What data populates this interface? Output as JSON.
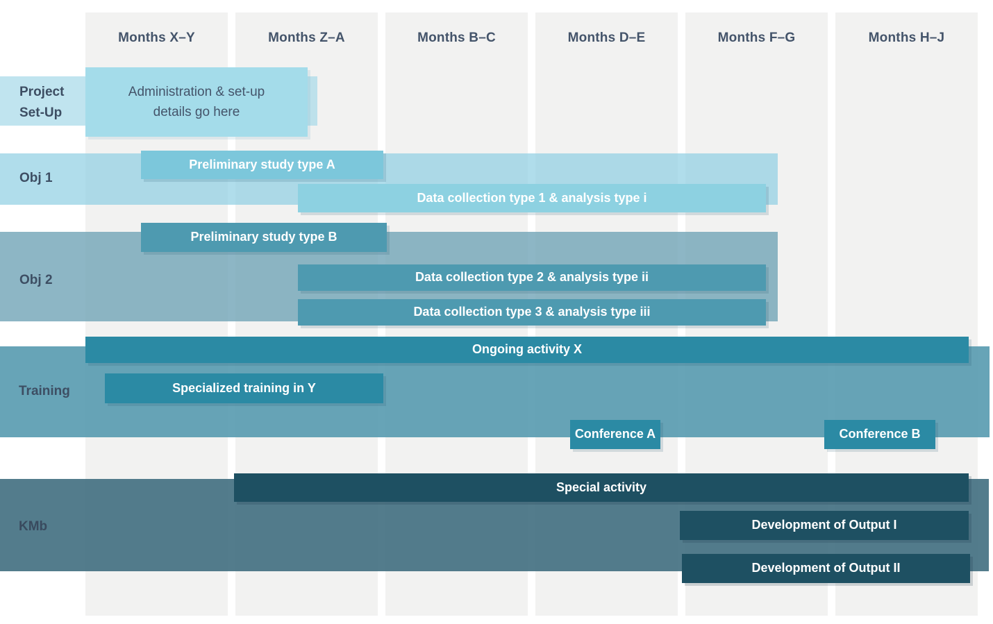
{
  "columns": [
    "Months X–Y",
    "Months Z–A",
    "Months B–C",
    "Months D–E",
    "Months F–G",
    "Months H–J"
  ],
  "rows": {
    "setup": {
      "label": "Project Set-Up",
      "tasks": {
        "admin": "Administration & set-up details go here"
      }
    },
    "obj1": {
      "label": "Obj 1",
      "tasks": {
        "prelimA": "Preliminary study type A",
        "data1": "Data collection type 1 & analysis type i"
      }
    },
    "obj2": {
      "label": "Obj 2",
      "tasks": {
        "prelimB": "Preliminary study type B",
        "data2": "Data collection type 2 & analysis type ii",
        "data3": "Data collection type 3 & analysis type iii"
      }
    },
    "training": {
      "label": "Training",
      "tasks": {
        "ongoing": "Ongoing activity X",
        "specialized": "Specialized training in Y",
        "confA": "Conference A",
        "confB": "Conference B"
      }
    },
    "kmb": {
      "label": "KMb",
      "tasks": {
        "special": "Special activity",
        "devI": "Development of Output I",
        "devII": "Development of Output II"
      }
    }
  },
  "colors": {
    "column_bg": "#f2f2f1",
    "header_text": "#44546a",
    "setup_bar": "#a4dcea",
    "obj1_bar": "#7cc7db",
    "obj1_bar_light": "#8dd1e1",
    "obj2_bar": "#4e9ab0",
    "training_bar": "#2b8aa4",
    "kmb_bar": "#1e5062",
    "bar_text_light": "#ffffff"
  },
  "chart_data": {
    "type": "gantt",
    "time_axis": {
      "blocks": [
        "Months X–Y",
        "Months Z–A",
        "Months B–C",
        "Months D–E",
        "Months F–G",
        "Months H–J"
      ],
      "scale_note": "task start/end in column-block units; 0 = start of first block, 6 = end of last block"
    },
    "legend": "none",
    "groups": [
      {
        "name": "Project Set-Up",
        "band_color": "#c9e8f2",
        "tasks": [
          {
            "name": "Administration & set-up details go here",
            "start": 0.0,
            "end": 1.49,
            "color": "#a4dcea",
            "text_color": "#44546a"
          }
        ]
      },
      {
        "name": "Obj 1",
        "band_color": "#b0ddeb",
        "tasks": [
          {
            "name": "Preliminary study type A",
            "start": 0.37,
            "end": 2.0,
            "color": "#7cc7db",
            "text_color": "#ffffff"
          },
          {
            "name": "Data collection type 1 & analysis type i",
            "start": 1.43,
            "end": 4.57,
            "color": "#8dd1e1",
            "text_color": "#ffffff"
          }
        ]
      },
      {
        "name": "Obj 2",
        "band_color": "#8db6c5",
        "tasks": [
          {
            "name": "Preliminary study type B",
            "start": 0.37,
            "end": 2.02,
            "color": "#4e9ab0",
            "text_color": "#ffffff"
          },
          {
            "name": "Data collection type 2 & analysis type ii",
            "start": 1.43,
            "end": 4.57,
            "color": "#4e9ab0",
            "text_color": "#ffffff"
          },
          {
            "name": "Data collection type 3 & analysis type iii",
            "start": 1.43,
            "end": 4.57,
            "color": "#4e9ab0",
            "text_color": "#ffffff"
          }
        ]
      },
      {
        "name": "Training",
        "band_color": "#66a3b6",
        "tasks": [
          {
            "name": "Ongoing activity X",
            "start": 0.0,
            "end": 5.94,
            "color": "#2b8aa4",
            "text_color": "#ffffff"
          },
          {
            "name": "Specialized training in Y",
            "start": 0.13,
            "end": 2.0,
            "color": "#2b8aa4",
            "text_color": "#ffffff"
          },
          {
            "name": "Conference A",
            "start": 3.26,
            "end": 3.86,
            "color": "#2b8aa4",
            "text_color": "#ffffff"
          },
          {
            "name": "Conference B",
            "start": 4.97,
            "end": 5.71,
            "color": "#2b8aa4",
            "text_color": "#ffffff"
          }
        ]
      },
      {
        "name": "KMb",
        "band_color": "#537c8c",
        "tasks": [
          {
            "name": "Special activity",
            "start": 1.0,
            "end": 5.94,
            "color": "#1e5062",
            "text_color": "#ffffff"
          },
          {
            "name": "Development of Output I",
            "start": 4.0,
            "end": 5.94,
            "color": "#1e5062",
            "text_color": "#ffffff"
          },
          {
            "name": "Development of Output II",
            "start": 4.01,
            "end": 5.95,
            "color": "#1e5062",
            "text_color": "#ffffff"
          }
        ]
      }
    ]
  }
}
